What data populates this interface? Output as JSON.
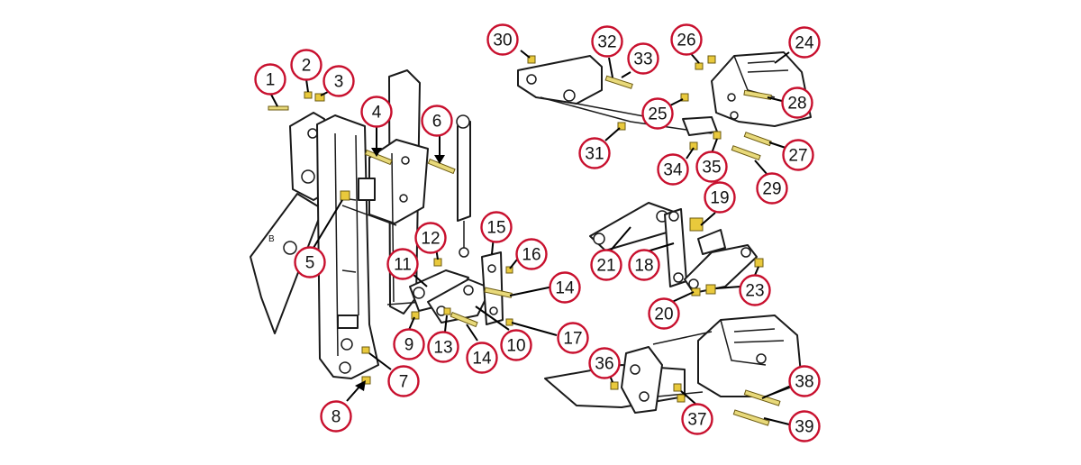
{
  "colors": {
    "bubble_outline": "#c8102e",
    "pin": "#e8d97a",
    "bushing": "#e9c93c",
    "line": "#1a1a1a"
  },
  "callouts": [
    {
      "label": "1"
    },
    {
      "label": "2"
    },
    {
      "label": "3"
    },
    {
      "label": "4"
    },
    {
      "label": "5"
    },
    {
      "label": "6"
    },
    {
      "label": "7"
    },
    {
      "label": "8"
    },
    {
      "label": "9"
    },
    {
      "label": "10"
    },
    {
      "label": "11"
    },
    {
      "label": "12"
    },
    {
      "label": "13"
    },
    {
      "label": "14"
    },
    {
      "label": "14"
    },
    {
      "label": "15"
    },
    {
      "label": "16"
    },
    {
      "label": "17"
    },
    {
      "label": "18"
    },
    {
      "label": "19"
    },
    {
      "label": "20"
    },
    {
      "label": "21"
    },
    {
      "label": "23"
    },
    {
      "label": "24"
    },
    {
      "label": "25"
    },
    {
      "label": "26"
    },
    {
      "label": "27"
    },
    {
      "label": "28"
    },
    {
      "label": "29"
    },
    {
      "label": "30"
    },
    {
      "label": "31"
    },
    {
      "label": "32"
    },
    {
      "label": "33"
    },
    {
      "label": "34"
    },
    {
      "label": "35"
    },
    {
      "label": "36"
    },
    {
      "label": "37"
    },
    {
      "label": "38"
    },
    {
      "label": "39"
    }
  ],
  "boom_marking": "B"
}
